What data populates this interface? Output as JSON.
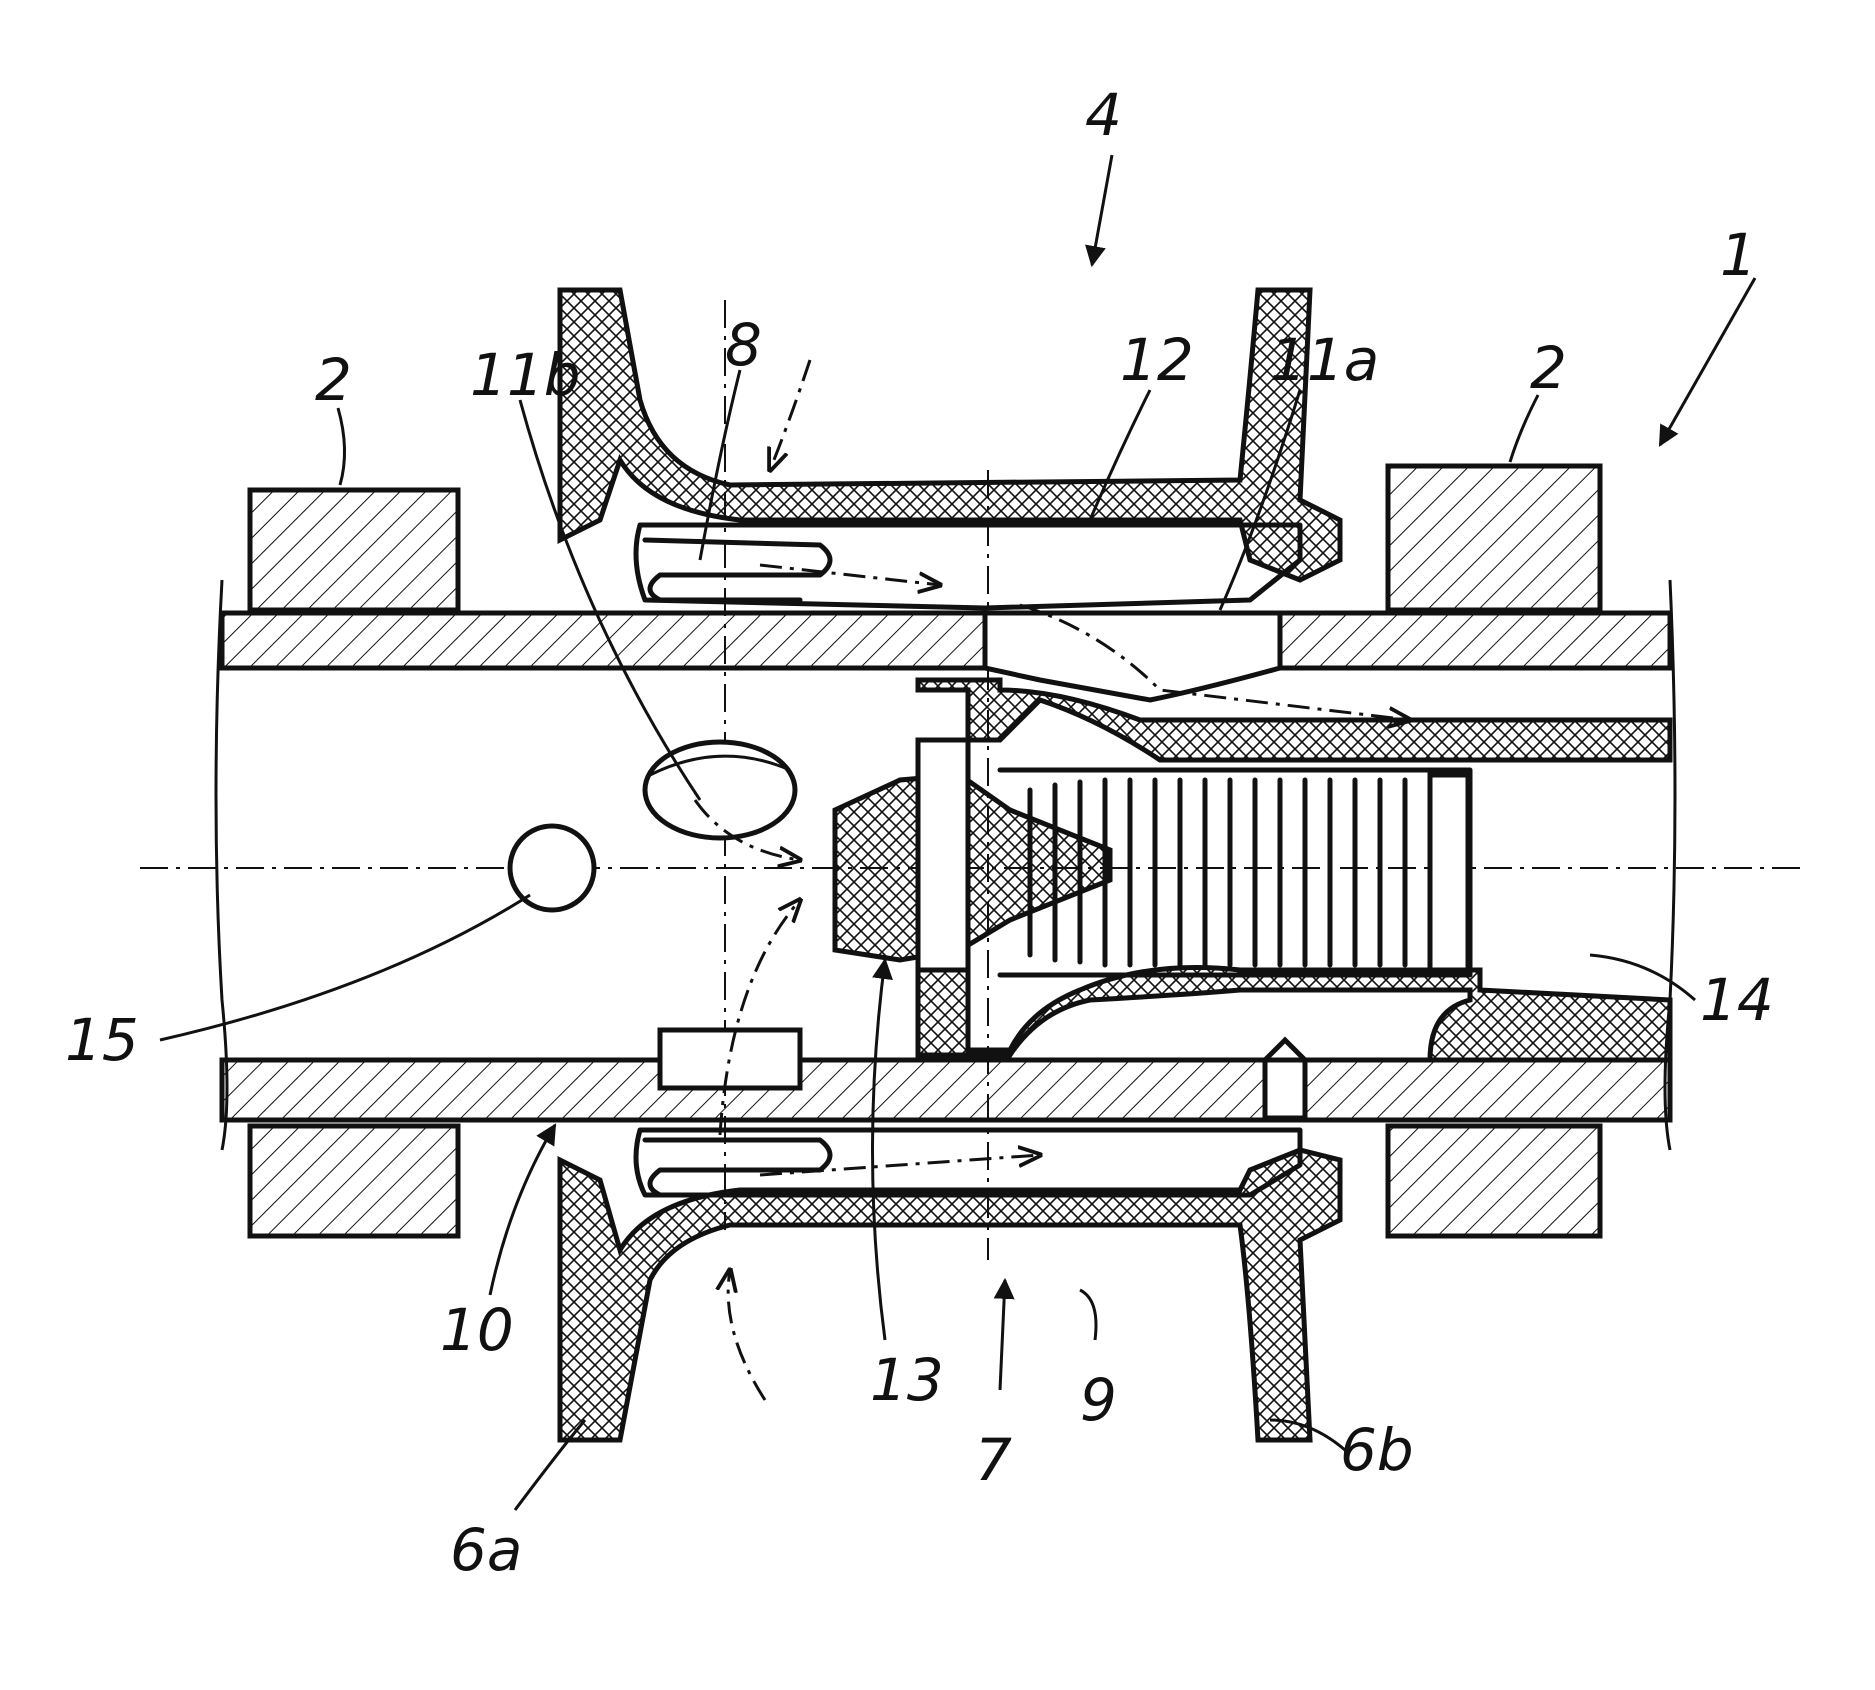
{
  "labels": {
    "l1": "1",
    "l2_left": "2",
    "l2_right": "2",
    "l4": "4",
    "l6a": "6a",
    "l6b": "6b",
    "l7": "7",
    "l8": "8",
    "l9": "9",
    "l10": "10",
    "l11a": "11a",
    "l11b": "11b",
    "l12": "12",
    "l13": "13",
    "l14": "14",
    "l15": "15"
  },
  "colors": {
    "ink": "#111111",
    "paper": "#ffffff"
  }
}
